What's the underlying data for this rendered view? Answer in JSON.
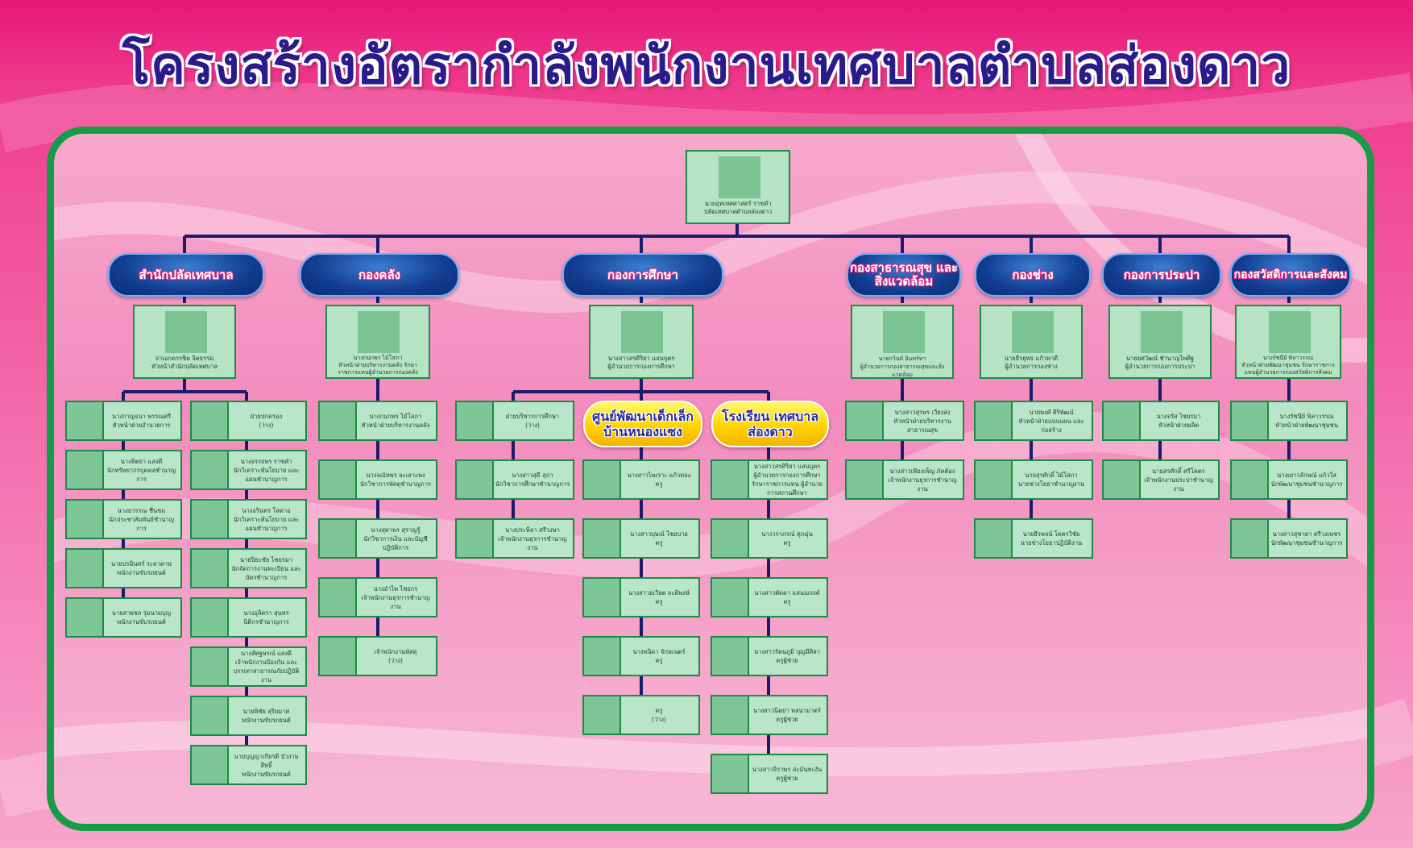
{
  "title": "โครงสร้างอัตรากำลังพนักงานเทศบาลตำบลส่องดาว",
  "colors": {
    "frame": "#199a48",
    "dept_pill": "#123d91",
    "box_fill": "#b9e5c8",
    "photo": "#7cc698",
    "connector": "#1b1b6b",
    "subhead": "#ffd400"
  },
  "chief": {
    "name": "นายอุทเทศศาสตร์ ราชคำ",
    "position": "ปลัดเทศบาลตำบลส่องดาว"
  },
  "departments": [
    {
      "label": "สำนักปลัดเทศบาล",
      "head": {
        "name": "จ่าเอกครรชิต จิตธรรม",
        "position": "หัวหน้าสำนักปลัดเทศบาล"
      }
    },
    {
      "label": "กองคลัง",
      "head": {
        "name": "นางกนกพร ไม้โสภา",
        "position": "หัวหน้าฝ่ายบริหารงานคลัง รักษาราชการแทนผู้อำนวยการกองคลัง"
      }
    },
    {
      "label": "กองการศึกษา",
      "head": {
        "name": "นางสาวสรศิริยา แสนบุตร",
        "position": "ผู้อำนวยการกองการศึกษา"
      }
    },
    {
      "label": "กองสาธารณสุข และสิ่งแวดล้อม",
      "head": {
        "name": "นายกวินท์ อินทร์ทา",
        "position": "ผู้อำนวยการกองสาธารณสุขและสิ่งแวดล้อม"
      }
    },
    {
      "label": "กองช่าง",
      "head": {
        "name": "นายธีรยุทธ แก้วพาดี",
        "position": "ผู้อำนวยการกองช่าง"
      }
    },
    {
      "label": "กองการประปา",
      "head": {
        "name": "นายยศวัฒน์ ชำนาญไพศิฐ",
        "position": "ผู้อำนวยการกองการประปา"
      }
    },
    {
      "label": "กองสวัสดิการและสังคม",
      "head": {
        "name": "นางรัชนีย์ พิลาวรรณ",
        "position": "หัวหน้าฝ่ายพัฒนาชุมชน รักษาราชการแทนผู้อำนวยการกองสวัสดิการสังคม"
      }
    }
  ],
  "subheads": {
    "child_center": "ศูนย์พัฒนาเด็กเล็ก บ้านหนองแซง",
    "school": "โรงเรียน เทศบาลส่องดาว"
  },
  "staff": {
    "palad_a": [
      [
        "นางกาญจนา พรรณศรี",
        "หัวหน้าฝ่ายอำนวยการ"
      ],
      [
        "นางทิตยา แสงดี",
        "นักทรัพยากรบุคคลชำนาญการ"
      ],
      [
        "นางธวรรณ ชื่นชม",
        "นักประชาสัมพันธ์ชำนาญการ"
      ],
      [
        "นายปรมินทร์ ระดาดาษ",
        "พนักงานขับรถยนต์"
      ],
      [
        "นายสายชล รุ่มนามบุญ",
        "พนักงานขับรถยนต์"
      ]
    ],
    "palad_b": [
      [
        "ฝ่ายปกครอง",
        "(ว่าง)"
      ],
      [
        "นางจรรยพร ราชคำ",
        "นักวิเคราะห์นโยบาย และแผนชำนาญการ"
      ],
      [
        "นางอรินทร โสดาอ",
        "นักวิเคราะห์นโยบาย และแผนชำนาญการ"
      ],
      [
        "นายปิยะชัย ไชยรมา",
        "นักจัดการงานทะเบียน และบัตรชำนาญการ"
      ],
      [
        "นางอุลิตรา สุนทร",
        "นิติกรชำนาญการ"
      ],
      [
        "นางสัตฐษรณ์ แสงดี",
        "เจ้าพนักงานป้องกัน และบรรเทาสาธารณภัยปฏิบัติงาน"
      ],
      [
        "นายพิชัย สุริยมาศ",
        "พนักงานขับรถยนต์"
      ],
      [
        "นายบุญญาเกียรติ บัวงามสิทธิ์",
        "พนักงานขับรถยนต์"
      ]
    ],
    "klang": [
      [
        "นางกนกพร ไม้โสภา",
        "หัวหน้าฝ่ายบริหารงานคลัง"
      ],
      [
        "นางจณัทพร ละเลาะพง",
        "นักวิชาการพัสดุชำนาญการ"
      ],
      [
        "นางสุดาพร สุราญรู้",
        "นักวิชาการเงิน และบัญชีปฏิบัติการ"
      ],
      [
        "นางอำไพ ไชยกร",
        "เจ้าพนักงานธุรการชำนาญงาน"
      ],
      [
        "เจ้าพนักงานพัสดุ",
        "(ว่าง)"
      ]
    ],
    "suksa": [
      [
        "ฝ่ายบริหารการศึกษา",
        "(ว่าง)"
      ],
      [
        "นางสาวสุดี สุภา",
        "นักวิชาการศึกษาชำนาญการ"
      ],
      [
        "นางประพิลา ศรีวงษา",
        "เจ้าพนักงานธุรการชำนาญงาน"
      ]
    ],
    "child_center": [
      [
        "นางสาวไพเราะ แก้วทอง",
        "ครู"
      ],
      [
        "นางสาวบุษณ์ ไชยบาย",
        "ครู"
      ],
      [
        "นางสาวยเวียต ละดิพงษ์",
        "ครู"
      ],
      [
        "นางพนิดา จักษเนตร์",
        "ครู"
      ],
      [
        "ครู",
        "(ว่าง)"
      ]
    ],
    "school": [
      [
        "นางสาวสรศิริยา แสนบุตร",
        "ผู้อำนวยการกองการศึกษา รักษาราชการแทน ผู้อำนวยการสถานศึกษา"
      ],
      [
        "นางวราภรณ์ ศุภมุ่น",
        "ครู"
      ],
      [
        "นางสาวตัดดา แสนณรงค์",
        "ครู"
      ],
      [
        "นางสาวรัตนภูมิ บุญมีศิลา",
        "ครูผู้ช่วย"
      ],
      [
        "นางสาวนิตยา พลนามาตร์",
        "ครูผู้ช่วย"
      ],
      [
        "นางสาวจิราพร สะมันทะงัน",
        "ครูผู้ช่วย"
      ]
    ],
    "satharana": [
      [
        "นางสาวสุรพร เวียงสง",
        "หัวหน้าฝ่ายบริหารงาน สาธารณสุข"
      ],
      [
        "นางสาวเพียงเพ็ญ ภัคต้อง",
        "เจ้าพนักงานธุรการชำนาญงาน"
      ]
    ],
    "chang": [
      [
        "นายพงศ์ ศิริพัฒน์",
        "หัวหน้าฝ่ายแบบแผน และก่อสร้าง"
      ],
      [
        "นายสุรศักดิ์ ไม้โสภา",
        "นายช่างโยธาชำนาญงาน"
      ],
      [
        "นายธีรพจน์ โคตรวิชัย",
        "นายช่างโยธาปฏิบัติงาน"
      ]
    ],
    "prapa": [
      [
        "นางจรัส ไชยรมา",
        "หัวหน้าฝ่ายผลิต"
      ],
      [
        "นายสรศักดิ์ ศรีโคตร",
        "เจ้าพนักงานประปาชำนาญงาน"
      ]
    ],
    "sawat": [
      [
        "นางรัชนีย์ พิลาวรรณ",
        "หัวหน้าฝ่ายพัฒนาชุมชน"
      ],
      [
        "นางเยาวลักษณ์ แก้วใส",
        "นักพัฒนาชุมชนชำนาญการ"
      ],
      [
        "นางสาวสุชาดา ศรีวงเพชร",
        "นักพัฒนาชุมชนชำนาญการ"
      ]
    ]
  }
}
